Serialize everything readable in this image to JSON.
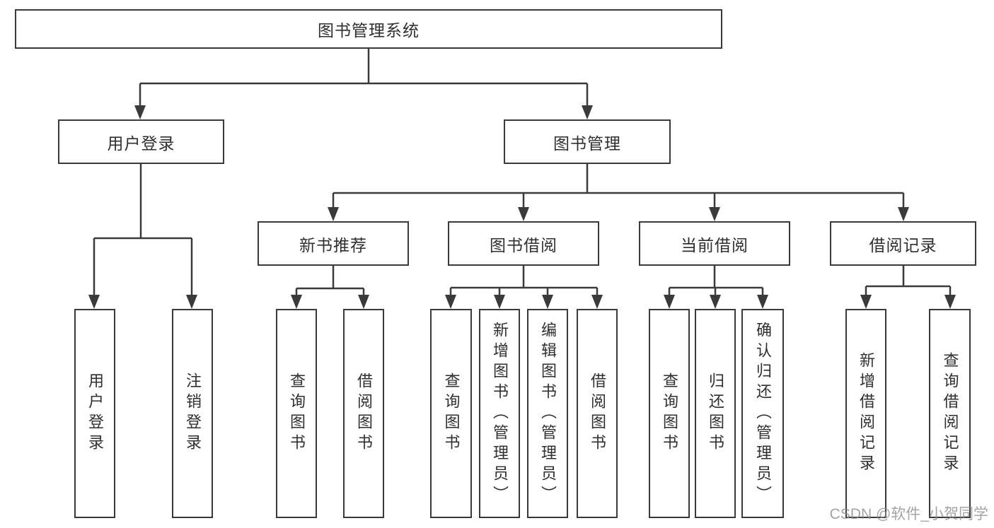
{
  "colors": {
    "line": "#3a3a3a",
    "text": "#2f2f2f",
    "background": "#ffffff",
    "watermark": "#8c8c8c"
  },
  "diagram": {
    "root": {
      "label": "图书管理系统"
    },
    "level2": [
      {
        "label": "用户登录"
      },
      {
        "label": "图书管理"
      }
    ],
    "level3": [
      {
        "label": "新书推荐",
        "parent": "图书管理"
      },
      {
        "label": "图书借阅",
        "parent": "图书管理"
      },
      {
        "label": "当前借阅",
        "parent": "图书管理"
      },
      {
        "label": "借阅记录",
        "parent": "图书管理"
      }
    ],
    "leaves": [
      {
        "label": "用户登录",
        "parent": "用户登录"
      },
      {
        "label": "注销登录",
        "parent": "用户登录"
      },
      {
        "label": "查询图书",
        "parent": "新书推荐"
      },
      {
        "label": "借阅图书",
        "parent": "新书推荐"
      },
      {
        "label": "查询图书",
        "parent": "图书借阅"
      },
      {
        "label": "新增图书（管理员）",
        "parent": "图书借阅"
      },
      {
        "label": "编辑图书（管理员）",
        "parent": "图书借阅"
      },
      {
        "label": "借阅图书",
        "parent": "图书借阅"
      },
      {
        "label": "查询图书",
        "parent": "当前借阅"
      },
      {
        "label": "归还图书",
        "parent": "当前借阅"
      },
      {
        "label": "确认归还（管理员）",
        "parent": "当前借阅"
      },
      {
        "label": "新增借阅记录",
        "parent": "借阅记录"
      },
      {
        "label": "查询借阅记录",
        "parent": "借阅记录"
      }
    ]
  },
  "watermark": {
    "text": "CSDN @软件_小贺同学"
  }
}
